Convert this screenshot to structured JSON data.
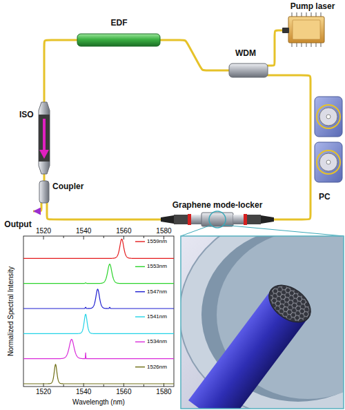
{
  "diagram": {
    "nodes": [
      {
        "text": [
          "Pump laser"
        ]
      },
      {
        "text": [
          "EDF"
        ]
      },
      {
        "text": [
          "WDM"
        ]
      },
      {
        "text": [
          "ISO"
        ]
      },
      {
        "text": [
          "PC"
        ]
      },
      {
        "text": [
          "Coupler"
        ]
      },
      {
        "text": [
          "Output"
        ]
      },
      {
        "text": [
          "Graphene mode-locker"
        ]
      }
    ],
    "edges": [
      {
        "from": 0,
        "to": 2,
        "arrow": "none"
      },
      {
        "from": 2,
        "to": 1,
        "arrow": "none"
      },
      {
        "from": 1,
        "to": 3,
        "arrow": "none"
      },
      {
        "from": 3,
        "to": 5,
        "arrow": "none"
      },
      {
        "from": 5,
        "to": 6,
        "arrow": "to"
      },
      {
        "from": 5,
        "to": 7,
        "arrow": "none"
      },
      {
        "from": 7,
        "to": 4,
        "arrow": "none"
      },
      {
        "from": 4,
        "to": 2,
        "arrow": "none"
      }
    ],
    "labels": [
      "1520",
      "1540",
      "1560",
      "1580",
      "1520",
      "1540",
      "1560",
      "1580",
      "Wavelength (nm)",
      "Normalized Spectral Intensity"
    ],
    "legend": [
      {
        "text": "1559nm"
      },
      {
        "text": "1553nm"
      },
      {
        "text": "1547nm"
      },
      {
        "text": "1541nm"
      },
      {
        "text": "1534nm"
      },
      {
        "text": "1526nm"
      }
    ]
  }
}
